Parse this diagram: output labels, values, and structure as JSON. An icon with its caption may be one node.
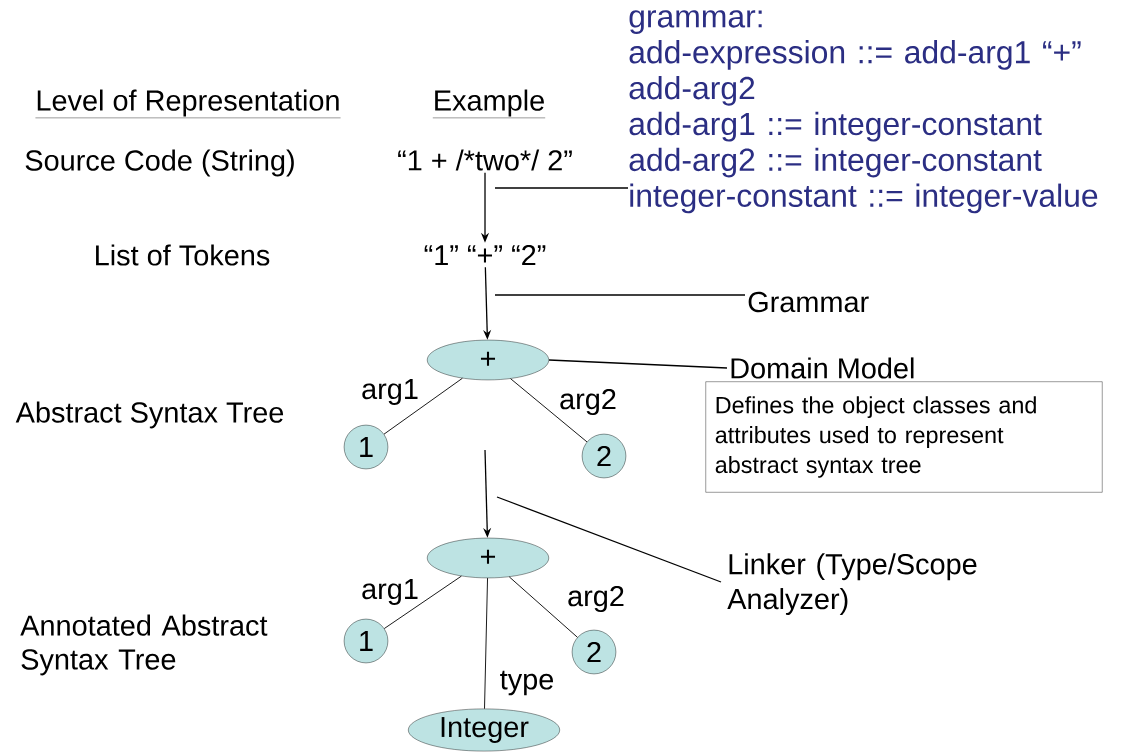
{
  "diagram": {
    "nodes": [
      {
        "text": [
          "“1 + /*two*/ 2”"
        ]
      },
      {
        "text": [
          "“1”  “+”  “2”"
        ]
      },
      {
        "text": [
          "grammar:",
          "add-expression ::= add-arg1 “+” add-arg2",
          "add-arg1 ::= integer-constant",
          "add-arg2 ::= integer-constant",
          "integer-constant ::= integer-value"
        ]
      },
      {
        "text": [
          "Grammar"
        ]
      },
      {
        "text": [
          "+"
        ]
      },
      {
        "text": [
          "1"
        ]
      },
      {
        "text": [
          "2"
        ]
      },
      {
        "text": [
          "Domain Model",
          "Defines the object classes and attributes used to represent abstract syntax tree"
        ]
      },
      {
        "text": [
          "+"
        ]
      },
      {
        "text": [
          "1"
        ]
      },
      {
        "text": [
          "2"
        ]
      },
      {
        "text": [
          "Integer"
        ]
      },
      {
        "text": [
          "Linker (Type/Scope Analyzer)"
        ]
      }
    ],
    "edges": [
      {
        "from": 0,
        "to": 1,
        "arrow": "to"
      },
      {
        "from": 1,
        "to": 4,
        "arrow": "to"
      },
      {
        "from": null,
        "to": 8,
        "arrow": "to"
      },
      {
        "from": 4,
        "to": 5,
        "arrow": "none",
        "label": "arg1"
      },
      {
        "from": 4,
        "to": 6,
        "arrow": "none",
        "label": "arg2"
      },
      {
        "from": 8,
        "to": 9,
        "arrow": "none",
        "label": "arg1"
      },
      {
        "from": 8,
        "to": 10,
        "arrow": "none",
        "label": "arg2"
      },
      {
        "from": 8,
        "to": 11,
        "arrow": "none",
        "label": "type"
      },
      {
        "from": 2,
        "to": 0,
        "arrow": "none"
      },
      {
        "from": 3,
        "to": null,
        "arrow": "none"
      },
      {
        "from": 4,
        "to": 7,
        "arrow": "none"
      },
      {
        "from": 12,
        "to": null,
        "arrow": "none"
      }
    ],
    "labels": [
      "Level of Representation",
      "Example",
      "Source Code (String)",
      "List of Tokens",
      "Abstract Syntax Tree",
      "Annotated Abstract Syntax Tree"
    ]
  }
}
